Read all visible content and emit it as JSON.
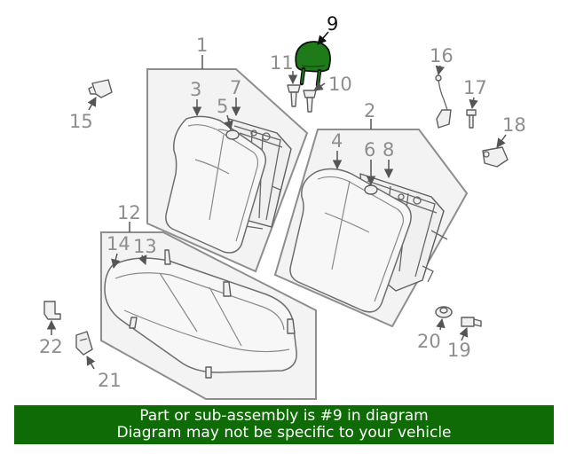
{
  "diagram": {
    "highlight_color": "#1f7a1a",
    "highlighted_part": "9",
    "callouts": {
      "c1": "1",
      "c2": "2",
      "c3": "3",
      "c4": "4",
      "c5": "5",
      "c6": "6",
      "c7": "7",
      "c8": "8",
      "c9": "9",
      "c10": "10",
      "c11": "11",
      "c12": "12",
      "c13": "13",
      "c14": "14",
      "c15": "15",
      "c16": "16",
      "c17": "17",
      "c18": "18",
      "c19": "19",
      "c20": "20",
      "c21": "21",
      "c22": "22"
    }
  },
  "banner": {
    "background": "#0f6b06",
    "line1": "Part or sub-assembly is #9 in diagram",
    "line2": "Diagram may not be specific to your vehicle"
  }
}
